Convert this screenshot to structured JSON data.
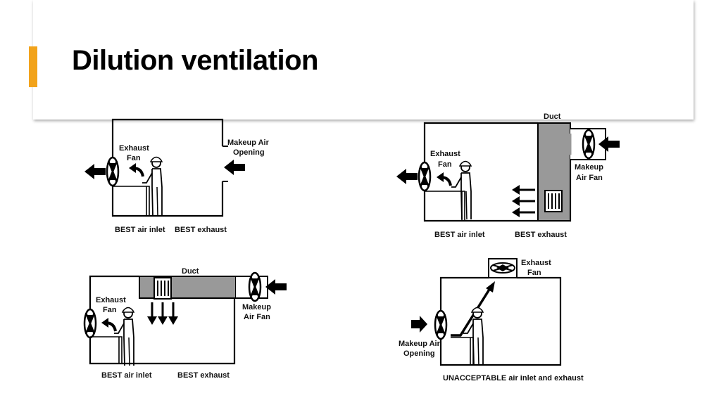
{
  "slide": {
    "title": "Dilution ventilation",
    "accent_color": "#f2a31b"
  },
  "diagrams": {
    "top_left": {
      "exhaust_fan": [
        "Exhaust",
        "Fan"
      ],
      "makeup": [
        "Makeup Air",
        "Opening"
      ],
      "caption_inlet": "BEST air inlet",
      "caption_exhaust": "BEST exhaust"
    },
    "top_right": {
      "duct": "Duct",
      "exhaust_fan": [
        "Exhaust",
        "Fan"
      ],
      "makeup": [
        "Makeup",
        "Air Fan"
      ],
      "caption_inlet": "BEST air inlet",
      "caption_exhaust": "BEST exhaust"
    },
    "bottom_left": {
      "duct": "Duct",
      "exhaust_fan": [
        "Exhaust",
        "Fan"
      ],
      "makeup": [
        "Makeup",
        "Air Fan"
      ],
      "caption_inlet": "BEST air inlet",
      "caption_exhaust": "BEST exhaust"
    },
    "bottom_right": {
      "exhaust_fan": [
        "Exhaust",
        "Fan"
      ],
      "makeup": [
        "Makeup Air",
        "Opening"
      ],
      "caption": "UNACCEPTABLE air inlet and exhaust"
    }
  }
}
